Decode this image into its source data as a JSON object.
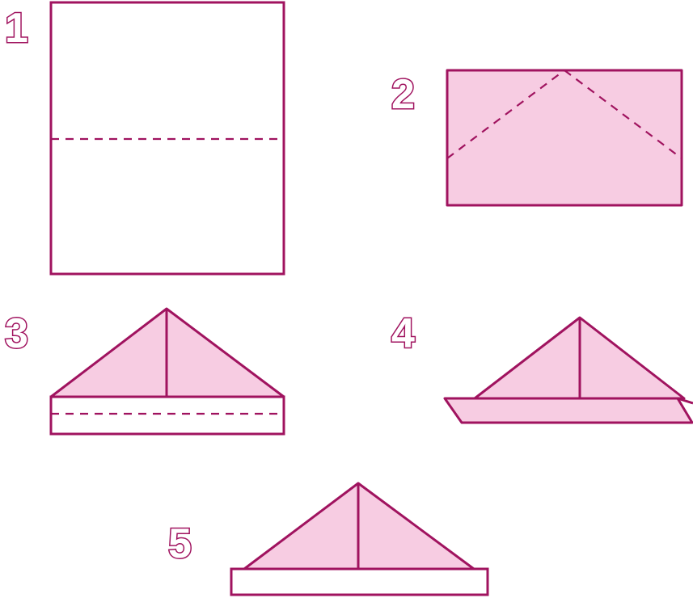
{
  "steps": [
    {
      "number": "1"
    },
    {
      "number": "2"
    },
    {
      "number": "3"
    },
    {
      "number": "4"
    },
    {
      "number": "5"
    }
  ],
  "colors": {
    "outline": "#a0135f",
    "paper_front": "#ffffff",
    "paper_back": "#f7cce2"
  }
}
